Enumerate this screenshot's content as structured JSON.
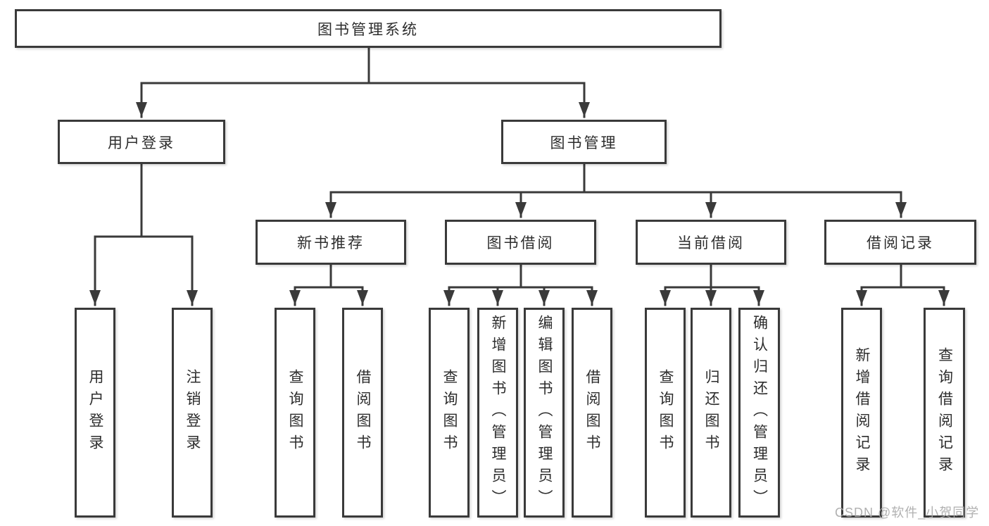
{
  "colors": {
    "line": "#3a3a3a",
    "box_border": "#3a3a3a",
    "text": "#2d2d2d",
    "background": "#ffffff",
    "watermark": "#a8a8a8"
  },
  "watermark": {
    "text": "CSDN @软件_小贺同学"
  },
  "tree": {
    "label": "图书管理系统",
    "children": [
      {
        "label": "用户登录",
        "children": [
          {
            "label": "用户登录"
          },
          {
            "label": "注销登录"
          }
        ]
      },
      {
        "label": "图书管理",
        "children": [
          {
            "label": "新书推荐",
            "children": [
              {
                "label": "查询图书"
              },
              {
                "label": "借阅图书"
              }
            ]
          },
          {
            "label": "图书借阅",
            "children": [
              {
                "label": "查询图书"
              },
              {
                "label": "新增图书（管理员）"
              },
              {
                "label": "编辑图书（管理员）"
              },
              {
                "label": "借阅图书"
              }
            ]
          },
          {
            "label": "当前借阅",
            "children": [
              {
                "label": "查询图书"
              },
              {
                "label": "归还图书"
              },
              {
                "label": "确认归还（管理员）"
              }
            ]
          },
          {
            "label": "借阅记录",
            "children": [
              {
                "label": "新增借阅记录"
              },
              {
                "label": "查询借阅记录"
              }
            ]
          }
        ]
      }
    ]
  }
}
